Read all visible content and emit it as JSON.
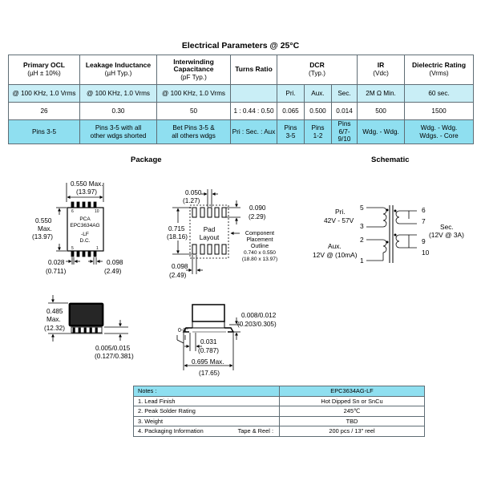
{
  "title": "Electrical Parameters @ 25°C",
  "table": {
    "headers": [
      {
        "main": "Primary OCL",
        "sub": "(µH ± 10%)"
      },
      {
        "main": "Leakage Inductance",
        "sub": "(µH Typ.)"
      },
      {
        "main": "Interwinding Capacitance",
        "sub": "(pF Typ.)"
      },
      {
        "main": "Turns Ratio",
        "sub": ""
      },
      {
        "main": "DCR",
        "sub": "(Typ.)"
      },
      {
        "main": "IR",
        "sub": "(Vdc)"
      },
      {
        "main": "Dielectric Rating",
        "sub": "(Vrms)"
      }
    ],
    "conditions": [
      "@ 100 KHz, 1.0 Vrms",
      "@ 100 KHz, 1.0 Vrms",
      "@ 100 KHz, 1.0 Vrms",
      "",
      "Pri.",
      "Aux.",
      "Sec.",
      "2M Ω Min.",
      "60 sec."
    ],
    "values": [
      "26",
      "0.30",
      "50",
      "1 : 0.44 : 0.50",
      "0.065",
      "0.500",
      "0.014",
      "500",
      "1500"
    ],
    "pins": [
      {
        "l1": "Pins 3-5",
        "l2": ""
      },
      {
        "l1": "Pins 3-5 with all",
        "l2": "other wdgs shorted"
      },
      {
        "l1": "Bet Pins 3-5 &",
        "l2": "all others wdgs"
      },
      {
        "l1": "Pri : Sec. : Aux",
        "l2": ""
      },
      {
        "l1": "Pins",
        "l2": "3-5"
      },
      {
        "l1": "Pins",
        "l2": "1-2"
      },
      {
        "l1": "Pins",
        "l2": "6/7-9/10"
      },
      {
        "l1": "Wdg. - Wdg.",
        "l2": ""
      },
      {
        "l1": "Wdg. - Wdg.",
        "l2": "Wdgs. -  Core"
      }
    ]
  },
  "package": {
    "title": "Package",
    "top": {
      "width_in": "0.550 Max.",
      "width_mm": "(13.97)",
      "height_l1": "0.550",
      "height_l2": "Max.",
      "height_mm": "(13.97)",
      "pin_10": "10",
      "pin_6": "6",
      "pin_5": "5",
      "pin_1": "1",
      "mark1": "PCA",
      "mark2": "EPC3634AG",
      "mark3": "-LF",
      "mark4": "D.C.",
      "pitch_in": "0.028",
      "pitch_mm": "(0.711)",
      "lead_in": "0.098",
      "lead_mm": "(2.49)"
    },
    "pad": {
      "p1_in": "0.050",
      "p1_mm": "(1.27)",
      "p2_in": "0.090",
      "p2_mm": "(2.29)",
      "h_in": "0.715",
      "h_mm": "(18.16)",
      "label1": "Pad",
      "label2": "Layout",
      "note1": "Component",
      "note2": "Placement",
      "note3": "Outline",
      "note4": "0.740 x 0.550",
      "note5": "(18.80 x 13.97)",
      "b_in": "0.098",
      "b_mm": "(2.49)"
    },
    "side": {
      "h_in": "0.485",
      "h_l2": "Max.",
      "h_mm": "(12.32)",
      "t_in": "0.005/0.015",
      "t_mm": "(0.127/0.381)"
    },
    "front": {
      "angle": "0-8°",
      "lead_in": "0.008/0.012",
      "lead_mm": "(0.203/0.305)",
      "foot_in": "0.031",
      "foot_mm": "(0.787)",
      "w_in": "0.695 Max.",
      "w_mm": "(17.65)"
    }
  },
  "schematic": {
    "title": "Schematic",
    "pri_label": "Pri.",
    "pri_v": "42V - 57V",
    "aux_label": "Aux.",
    "aux_v": "12V @ (10mA)",
    "sec_label": "Sec.",
    "sec_v": "(12V @ 3A)",
    "pins": [
      "5",
      "3",
      "2",
      "1",
      "6",
      "7",
      "9",
      "10"
    ]
  },
  "notes": {
    "header": "Notes :",
    "part": "EPC3634AG-LF",
    "rows": [
      {
        "label": "1.  Lead Finish",
        "extra": "",
        "value": "Hot Dipped Sn or SnCu"
      },
      {
        "label": "2.  Peak Solder Rating",
        "extra": "",
        "value": "245℃"
      },
      {
        "label": "3.  Weight",
        "extra": "",
        "value": "TBD"
      },
      {
        "label": "4.  Packaging Information",
        "extra": "Tape & Reel :",
        "value": "200 pcs / 13\" reel"
      }
    ]
  }
}
